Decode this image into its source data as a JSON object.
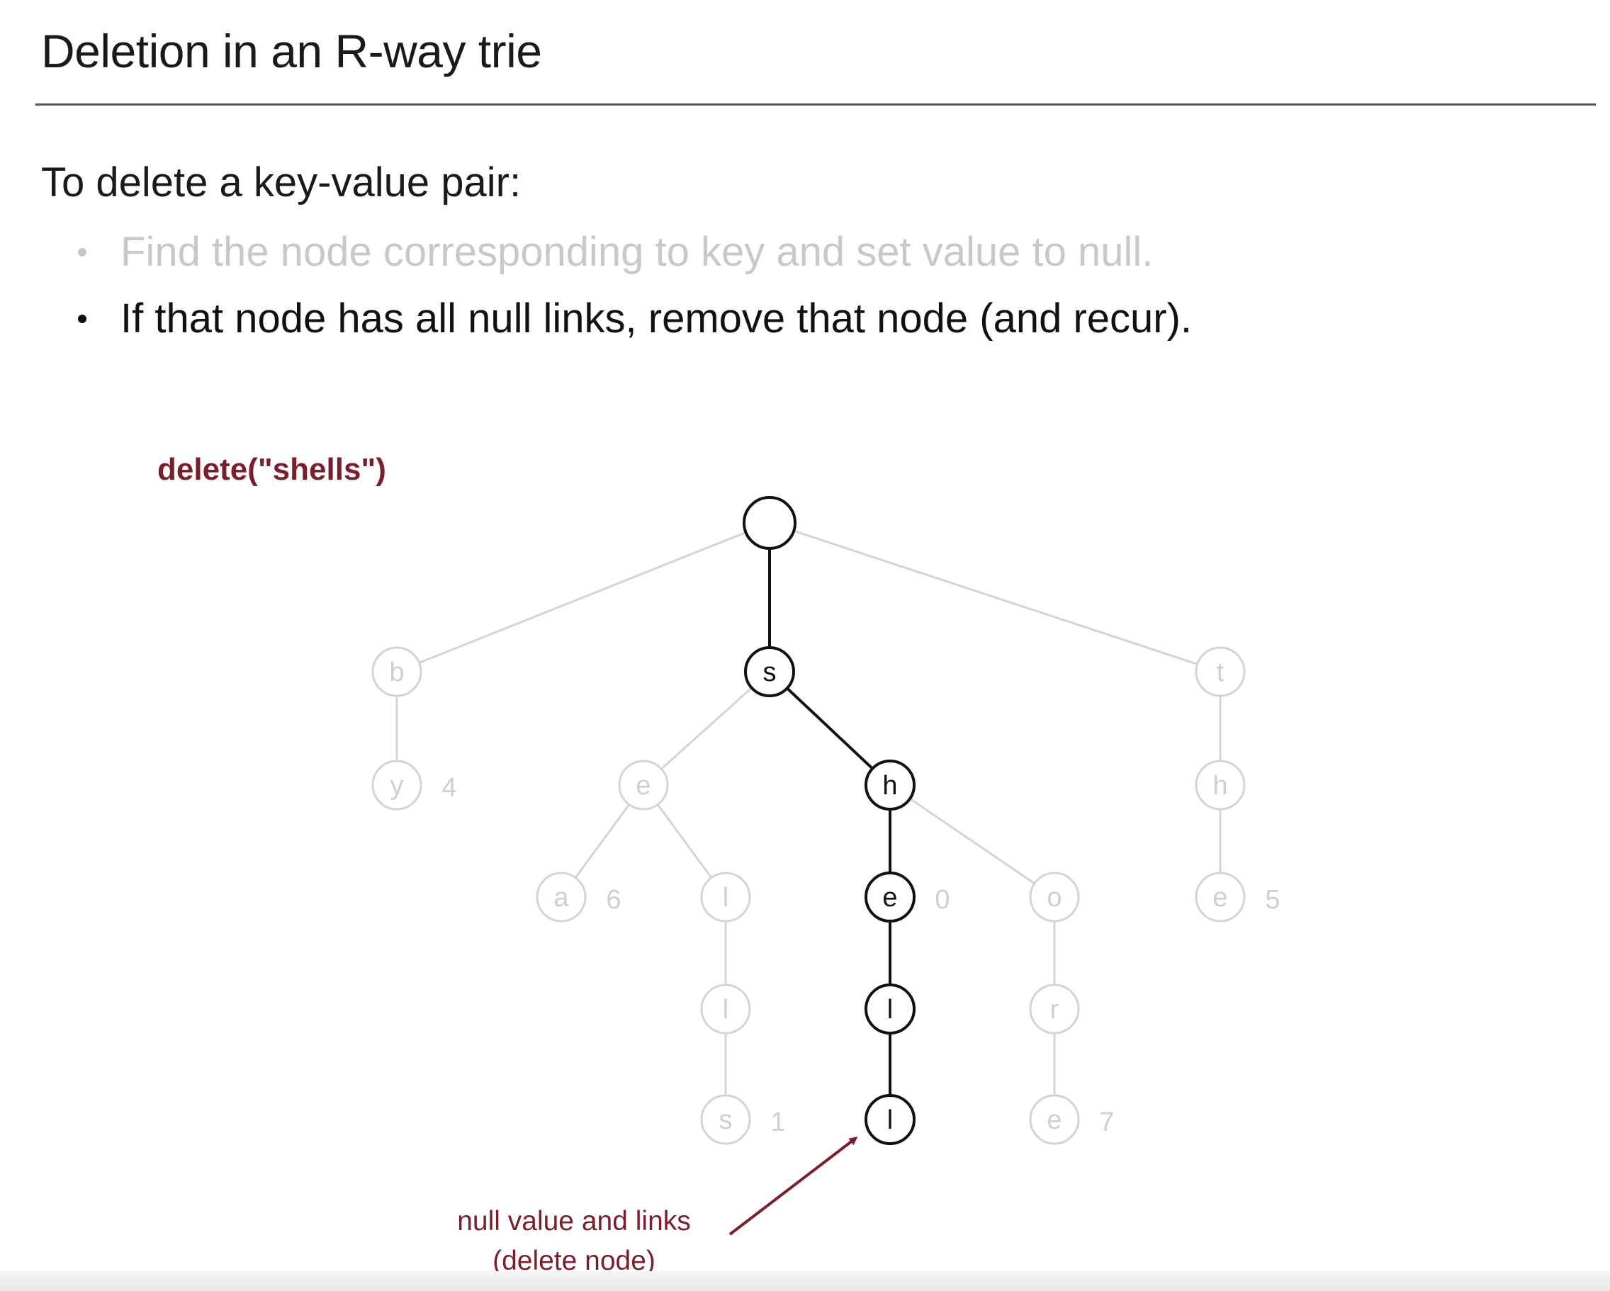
{
  "slide": {
    "title": "Deletion in an R-way trie",
    "intro": "To delete a key-value pair:",
    "bullets": [
      {
        "text": "Find the node corresponding to key and set value to null.",
        "state": "dimmed"
      },
      {
        "text": "If that node has all null links, remove that node (and recur).",
        "state": "active"
      }
    ]
  },
  "diagram": {
    "operation": "delete(\"shells\")",
    "annotation": [
      "null value and links",
      "(delete node)"
    ],
    "colors": {
      "active": "#111111",
      "dimmed": "#d4d4d4",
      "accent": "#7a1f2b"
    },
    "nodes": [
      {
        "id": "root",
        "char": "",
        "value": "",
        "active": true
      },
      {
        "id": "b",
        "char": "b",
        "value": "",
        "active": false
      },
      {
        "id": "s",
        "char": "s",
        "value": "",
        "active": true
      },
      {
        "id": "t",
        "char": "t",
        "value": "",
        "active": false
      },
      {
        "id": "by",
        "char": "y",
        "value": "4",
        "active": false
      },
      {
        "id": "se",
        "char": "e",
        "value": "",
        "active": false
      },
      {
        "id": "sh",
        "char": "h",
        "value": "",
        "active": true
      },
      {
        "id": "th",
        "char": "h",
        "value": "",
        "active": false
      },
      {
        "id": "sea",
        "char": "a",
        "value": "6",
        "active": false
      },
      {
        "id": "sel",
        "char": "l",
        "value": "",
        "active": false
      },
      {
        "id": "she",
        "char": "e",
        "value": "0",
        "active": true
      },
      {
        "id": "sho",
        "char": "o",
        "value": "",
        "active": false
      },
      {
        "id": "the",
        "char": "e",
        "value": "5",
        "active": false
      },
      {
        "id": "sell",
        "char": "l",
        "value": "",
        "active": false
      },
      {
        "id": "shel",
        "char": "l",
        "value": "",
        "active": true
      },
      {
        "id": "shor",
        "char": "r",
        "value": "",
        "active": false
      },
      {
        "id": "sells",
        "char": "s",
        "value": "1",
        "active": false
      },
      {
        "id": "shell",
        "char": "l",
        "value": "",
        "active": true
      },
      {
        "id": "shore",
        "char": "e",
        "value": "7",
        "active": false
      }
    ],
    "edges": [
      [
        "root",
        "b"
      ],
      [
        "root",
        "s"
      ],
      [
        "root",
        "t"
      ],
      [
        "b",
        "by"
      ],
      [
        "s",
        "se"
      ],
      [
        "s",
        "sh"
      ],
      [
        "t",
        "th"
      ],
      [
        "se",
        "sea"
      ],
      [
        "se",
        "sel"
      ],
      [
        "sh",
        "she"
      ],
      [
        "sh",
        "sho"
      ],
      [
        "th",
        "the"
      ],
      [
        "sel",
        "sell"
      ],
      [
        "she",
        "shel"
      ],
      [
        "sho",
        "shor"
      ],
      [
        "sell",
        "sells"
      ],
      [
        "shel",
        "shell"
      ],
      [
        "shor",
        "shore"
      ]
    ]
  }
}
